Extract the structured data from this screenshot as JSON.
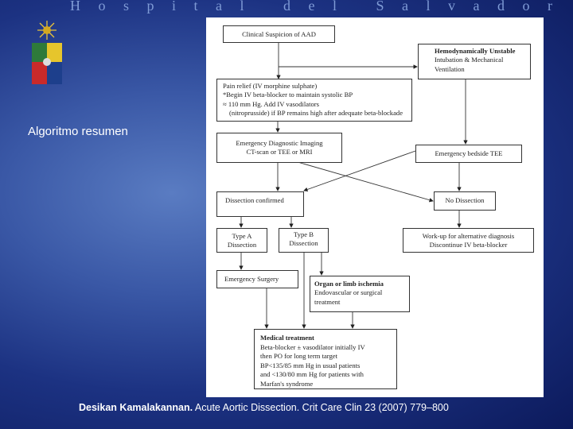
{
  "header": {
    "title": "Hospital del Salvador"
  },
  "slide": {
    "subtitle": "Algoritmo resumen"
  },
  "flowchart": {
    "clinical": "Clinical Suspicion of AAD",
    "hemo_title": "Hemodynamically Unstable",
    "hemo_l1": "Intubation & Mechanical",
    "hemo_l2": "Ventilation",
    "pain_l1": "Pain relief (IV morphine sulphate)",
    "pain_l2": "*Begin IV beta-blocker to maintain systolic BP",
    "pain_l3": "≈ 110 mm Hg. Add IV vasodilators",
    "pain_l4": "(nitroprusside) if BP remains high after adequate beta-blockade",
    "imaging_l1": "Emergency Diagnostic Imaging",
    "imaging_l2": "CT-scan or TEE or MRI",
    "bedside": "Emergency bedside TEE",
    "confirmed": "Dissection confirmed",
    "no_dissection": "No Dissection",
    "type_a_l1": "Type A",
    "type_a_l2": "Dissection",
    "type_b_l1": "Type B",
    "type_b_l2": "Dissection",
    "workup_l1": "Work-up for alternative diagnosis",
    "workup_l2": "Discontinue IV beta-blocker",
    "surgery": "Emergency Surgery",
    "organ_title": "Organ or limb ischemia",
    "organ_l1": "Endovascular or surgical",
    "organ_l2": "treatment",
    "medical_title": "Medical treatment",
    "medical_l1": "Beta-blocker ± vasodilator initially IV",
    "medical_l2": "then PO for long term target",
    "medical_l3": "BP<135/85 mm Hg in usual patients",
    "medical_l4": "and <130/80 mm Hg for patients with",
    "medical_l5": "Marfan's syndrome"
  },
  "citation": {
    "author": "Desikan Kamalakannan.",
    "rest": " Acute Aortic Dissection. Crit Care Clin 23 (2007) 779–800"
  }
}
